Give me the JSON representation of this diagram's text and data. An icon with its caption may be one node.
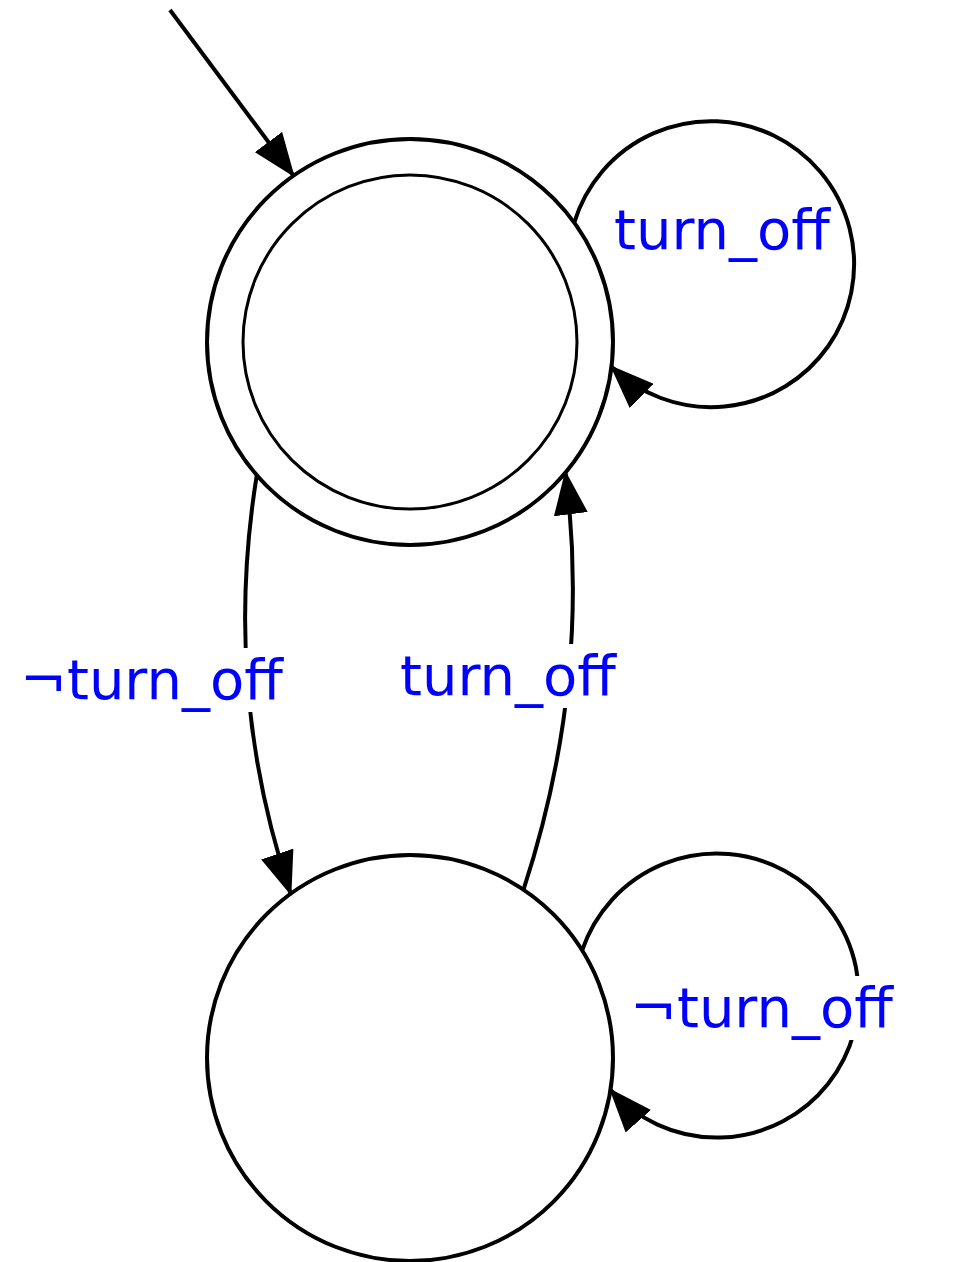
{
  "diagram": {
    "nodes": [
      {
        "text": [],
        "shape": "doublecircle"
      },
      {
        "text": [],
        "shape": "circle"
      }
    ],
    "edges": [
      {
        "from": null,
        "to": 0,
        "arrow": "to"
      },
      {
        "from": 0,
        "to": 0,
        "arrow": "to",
        "label": "turn_off"
      },
      {
        "from": 0,
        "to": 1,
        "arrow": "to",
        "label": "¬turn_off"
      },
      {
        "from": 1,
        "to": 0,
        "arrow": "to",
        "label": "turn_off"
      },
      {
        "from": 1,
        "to": 1,
        "arrow": "to",
        "label": "¬turn_off"
      }
    ]
  }
}
